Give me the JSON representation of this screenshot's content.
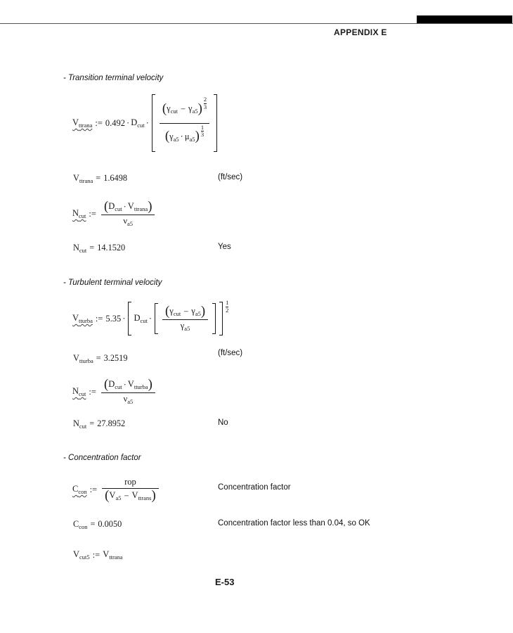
{
  "header": {
    "appendix": "APPENDIX E"
  },
  "footer": {
    "page": "E-53"
  },
  "sym": {
    "assign": ":=",
    "eq": "=",
    "minus": "−",
    "times": "·",
    "lp": "(",
    "rp": ")"
  },
  "s1": {
    "label": "- Transition terminal velocity",
    "def": {
      "lhs": {
        "b": "V",
        "s": "ttrana"
      },
      "coeff": "0.492",
      "D": {
        "b": "D",
        "s": "cut"
      },
      "gcut": {
        "b": "γ",
        "s": "cut"
      },
      "ga5": {
        "b": "γ",
        "s": "a5"
      },
      "mu": {
        "b": "μ",
        "s": "a5"
      },
      "exp_top": {
        "n": "2",
        "d": "3"
      },
      "exp_bot": {
        "n": "1",
        "d": "3"
      }
    },
    "res_v": {
      "b": "V",
      "s": "ttrana",
      "val": "1.6498",
      "unit": "(ft/sec)"
    },
    "re": {
      "lhs": {
        "b": "N",
        "s": "cut"
      },
      "num1": {
        "b": "D",
        "s": "cut"
      },
      "num2": {
        "b": "V",
        "s": "ttrana"
      },
      "den": {
        "b": "ν",
        "s": "a5"
      }
    },
    "res_n": {
      "b": "N",
      "s": "cut",
      "val": "14.1520",
      "flag": "Yes"
    }
  },
  "s2": {
    "label": "- Turbulent terminal velocity",
    "def": {
      "lhs": {
        "b": "V",
        "s": "tturba"
      },
      "coeff": "5.35",
      "D": {
        "b": "D",
        "s": "cut"
      },
      "gcut": {
        "b": "γ",
        "s": "cut"
      },
      "ga5": {
        "b": "γ",
        "s": "a5"
      },
      "exp": {
        "n": "1",
        "d": "2"
      }
    },
    "res_v": {
      "b": "V",
      "s": "tturba",
      "val": "3.2519",
      "unit": "(ft/sec)"
    },
    "re": {
      "lhs": {
        "b": "N",
        "s": "cut"
      },
      "num1": {
        "b": "D",
        "s": "cut"
      },
      "num2": {
        "b": "V",
        "s": "tturba"
      },
      "den": {
        "b": "ν",
        "s": "a5"
      }
    },
    "res_n": {
      "b": "N",
      "s": "cut",
      "val": "27.8952",
      "flag": "No"
    }
  },
  "s3": {
    "label": "- Concentration factor",
    "def": {
      "lhs": {
        "b": "C",
        "s": "con"
      },
      "num": "rop",
      "den1": {
        "b": "V",
        "s": "a5"
      },
      "den2": {
        "b": "V",
        "s": "ttrans"
      },
      "note": "Concentration factor"
    },
    "res": {
      "b": "C",
      "s": "con",
      "val": "0.0050",
      "note": "Concentration factor less than 0.04, so OK"
    },
    "final": {
      "lhs": {
        "b": "V",
        "s": "cut5"
      },
      "rhs": {
        "b": "V",
        "s": "ttrana"
      }
    }
  }
}
